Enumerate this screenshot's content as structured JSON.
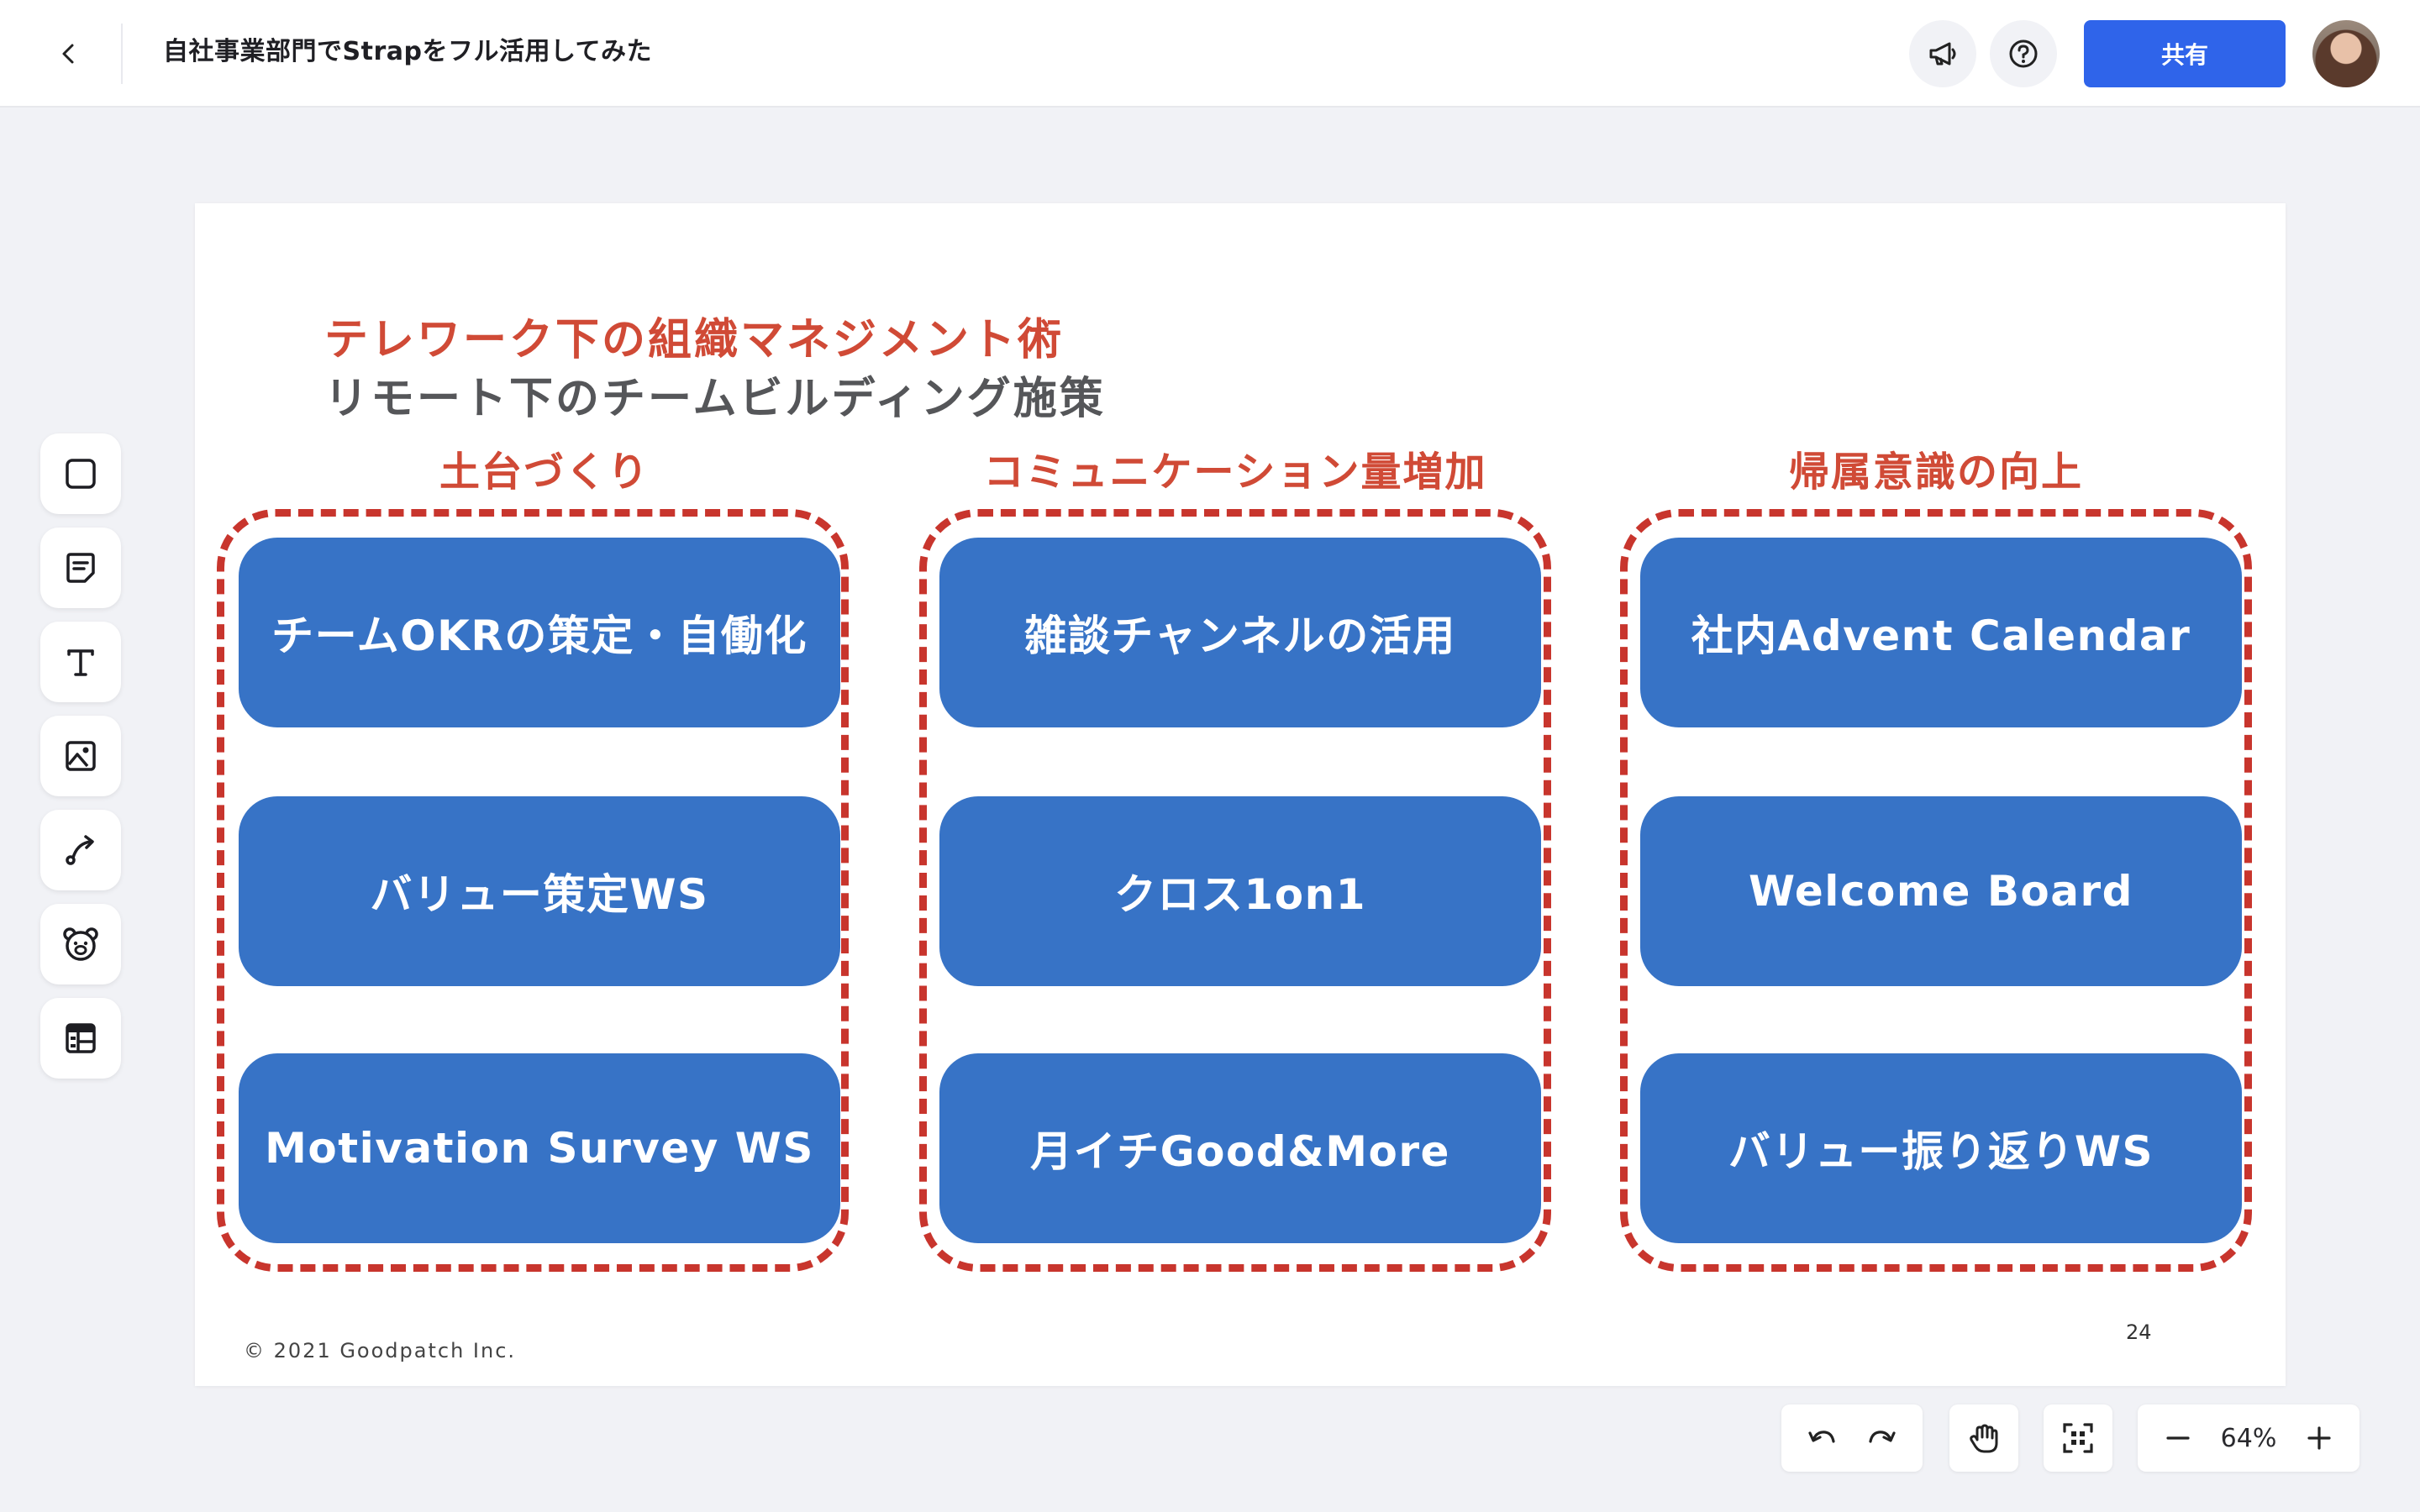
{
  "header": {
    "title": "自社事業部門でStrapをフル活用してみた",
    "share_label": "共有",
    "icons": {
      "back": "chevron-left-icon",
      "announce": "megaphone-icon",
      "help": "question-icon"
    },
    "accent": "#2f64ea"
  },
  "toolbar": {
    "tools": [
      "shape-icon",
      "sticky-note-icon",
      "text-icon",
      "image-icon",
      "connector-icon",
      "bear-icon",
      "template-icon"
    ]
  },
  "slide": {
    "title_line1": "テレワーク下の組織マネジメント術",
    "title_line2": "リモート下のチームビルディング施策",
    "columns": [
      {
        "heading": "土台づくり",
        "cards": [
          "チームOKRの策定・自働化",
          "バリュー策定WS",
          "Motivation Survey WS"
        ]
      },
      {
        "heading": "コミュニケーション量増加",
        "cards": [
          "雑談チャンネルの活用",
          "クロス1on1",
          "月イチGood&More"
        ]
      },
      {
        "heading": "帰属意識の向上",
        "cards": [
          "社内Advent Calendar",
          "Welcome Board",
          "バリュー振り返りWS"
        ]
      }
    ],
    "copyright": "© 2021 Goodpatch Inc.",
    "page_number": "24",
    "colors": {
      "heading": "#d04a36",
      "card": "#3773c6",
      "dash": "#c8352d"
    }
  },
  "controls": {
    "zoom": "64%",
    "icons": [
      "undo-icon",
      "redo-icon",
      "hand-icon",
      "fit-screen-icon",
      "minus-icon",
      "plus-icon"
    ]
  }
}
